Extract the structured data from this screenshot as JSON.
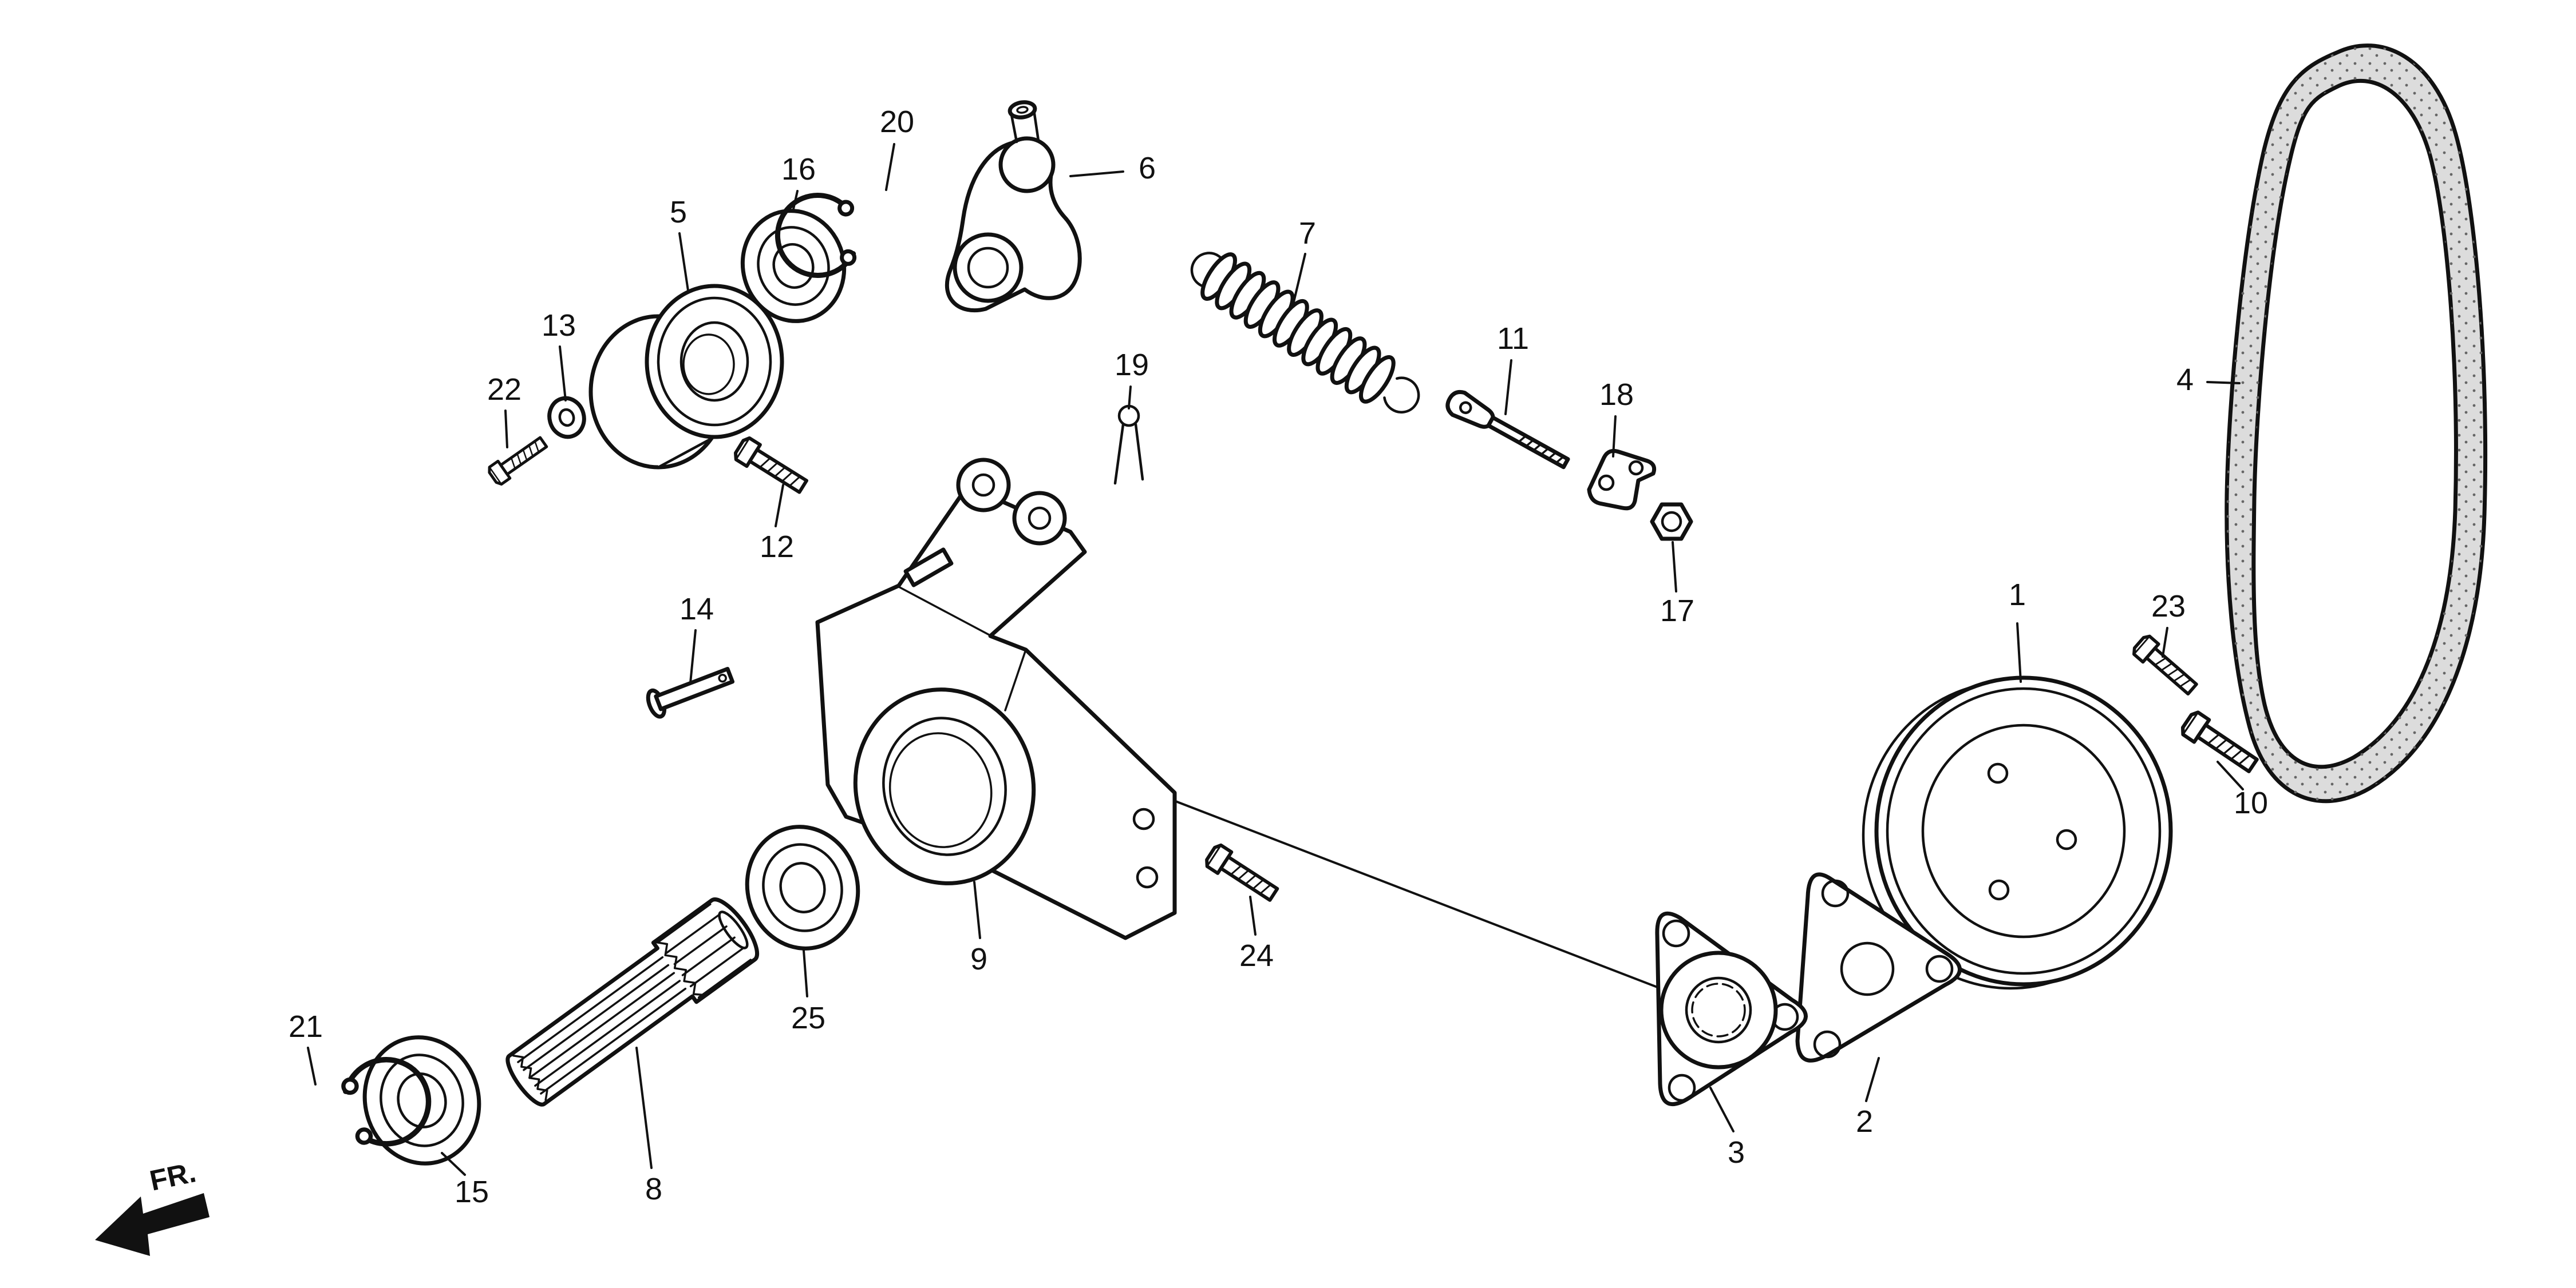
{
  "diagram": {
    "fr_label": "FR.",
    "colors": {
      "background": "#ffffff",
      "line": "#111111",
      "belt_fill": "#dcdcdc"
    },
    "callouts": [
      {
        "num": "1"
      },
      {
        "num": "2"
      },
      {
        "num": "3"
      },
      {
        "num": "4"
      },
      {
        "num": "5"
      },
      {
        "num": "6"
      },
      {
        "num": "7"
      },
      {
        "num": "8"
      },
      {
        "num": "9"
      },
      {
        "num": "10"
      },
      {
        "num": "11"
      },
      {
        "num": "12"
      },
      {
        "num": "13"
      },
      {
        "num": "14"
      },
      {
        "num": "15"
      },
      {
        "num": "16"
      },
      {
        "num": "17"
      },
      {
        "num": "18"
      },
      {
        "num": "19"
      },
      {
        "num": "20"
      },
      {
        "num": "21"
      },
      {
        "num": "22"
      },
      {
        "num": "23"
      },
      {
        "num": "24"
      },
      {
        "num": "25"
      }
    ]
  }
}
